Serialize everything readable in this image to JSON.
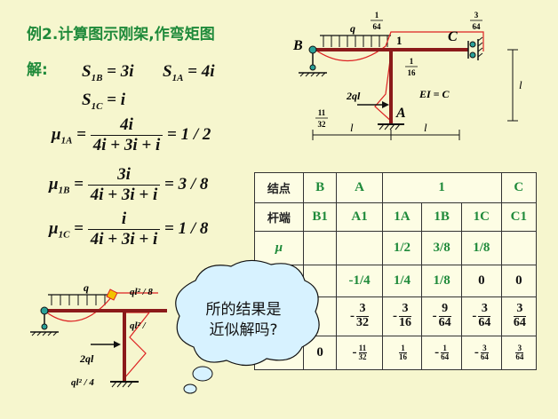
{
  "title": "例2.计算图示刚架,作弯矩图",
  "solution_label": "解:",
  "eq_s1b": "S",
  "eq_s1b_sub": "1B",
  "eq_s1b_val": " = 3i",
  "eq_s1a": "S",
  "eq_s1a_sub": "1A",
  "eq_s1a_val": " = 4i",
  "eq_s1c": "S",
  "eq_s1c_sub": "1C",
  "eq_s1c_val": " = i",
  "mu1a": {
    "sym": "μ",
    "sub": "1A",
    "num": "4i",
    "den": "4i + 3i + i",
    "res": "= 1 / 2"
  },
  "mu1b": {
    "sym": "μ",
    "sub": "1B",
    "num": "3i",
    "den": "4i + 3i + i",
    "res": "= 3 / 8"
  },
  "mu1c": {
    "sym": "μ",
    "sub": "1C",
    "num": "i",
    "den": "4i + 3i + i",
    "res": "= 1 / 8"
  },
  "diagram": {
    "B": "B",
    "C": "C",
    "A": "A",
    "node1": "1",
    "q": "q",
    "two_ql": "2ql",
    "ei": "EI = C",
    "l": "l",
    "f1_num": "1",
    "f1_den": "64",
    "f2_num": "3",
    "f2_den": "64",
    "f3_num": "1",
    "f3_den": "16",
    "f4_num": "11",
    "f4_den": "32"
  },
  "table": {
    "h_node": "结点",
    "h_end": "杆端",
    "mu": "μ",
    "nodes": [
      "B",
      "A",
      "1",
      "C"
    ],
    "ends": [
      "B1",
      "A1",
      "1A",
      "1B",
      "1C",
      "C1"
    ],
    "mu_vals": [
      "1/2",
      "3/8",
      "1/8"
    ],
    "row3": [
      "-1/4",
      "1/4",
      "1/8",
      "0",
      "0"
    ],
    "row4": [
      {
        "neg": "-",
        "n": "3",
        "d": "32"
      },
      {
        "neg": "-",
        "n": "3",
        "d": "16"
      },
      {
        "neg": "-",
        "n": "9",
        "d": "64"
      },
      {
        "neg": "-",
        "n": "3",
        "d": "64"
      },
      {
        "neg": "",
        "n": "3",
        "d": "64"
      }
    ],
    "row5_first": "0",
    "row5": [
      {
        "neg": "-",
        "n": "11",
        "d": "32"
      },
      {
        "neg": "",
        "n": "1",
        "d": "16"
      },
      {
        "neg": "-",
        "n": "1",
        "d": "64"
      },
      {
        "neg": "-",
        "n": "3",
        "d": "64"
      },
      {
        "neg": "",
        "n": "3",
        "d": "64"
      }
    ]
  },
  "bottom_diagram": {
    "q": "q",
    "m8": "ql² / 8",
    "m_partial": "ql² /",
    "two_ql": "2ql",
    "m4": "ql² / 4"
  },
  "bubble": {
    "line1": "所的结果是",
    "line2": "近似解吗?"
  }
}
